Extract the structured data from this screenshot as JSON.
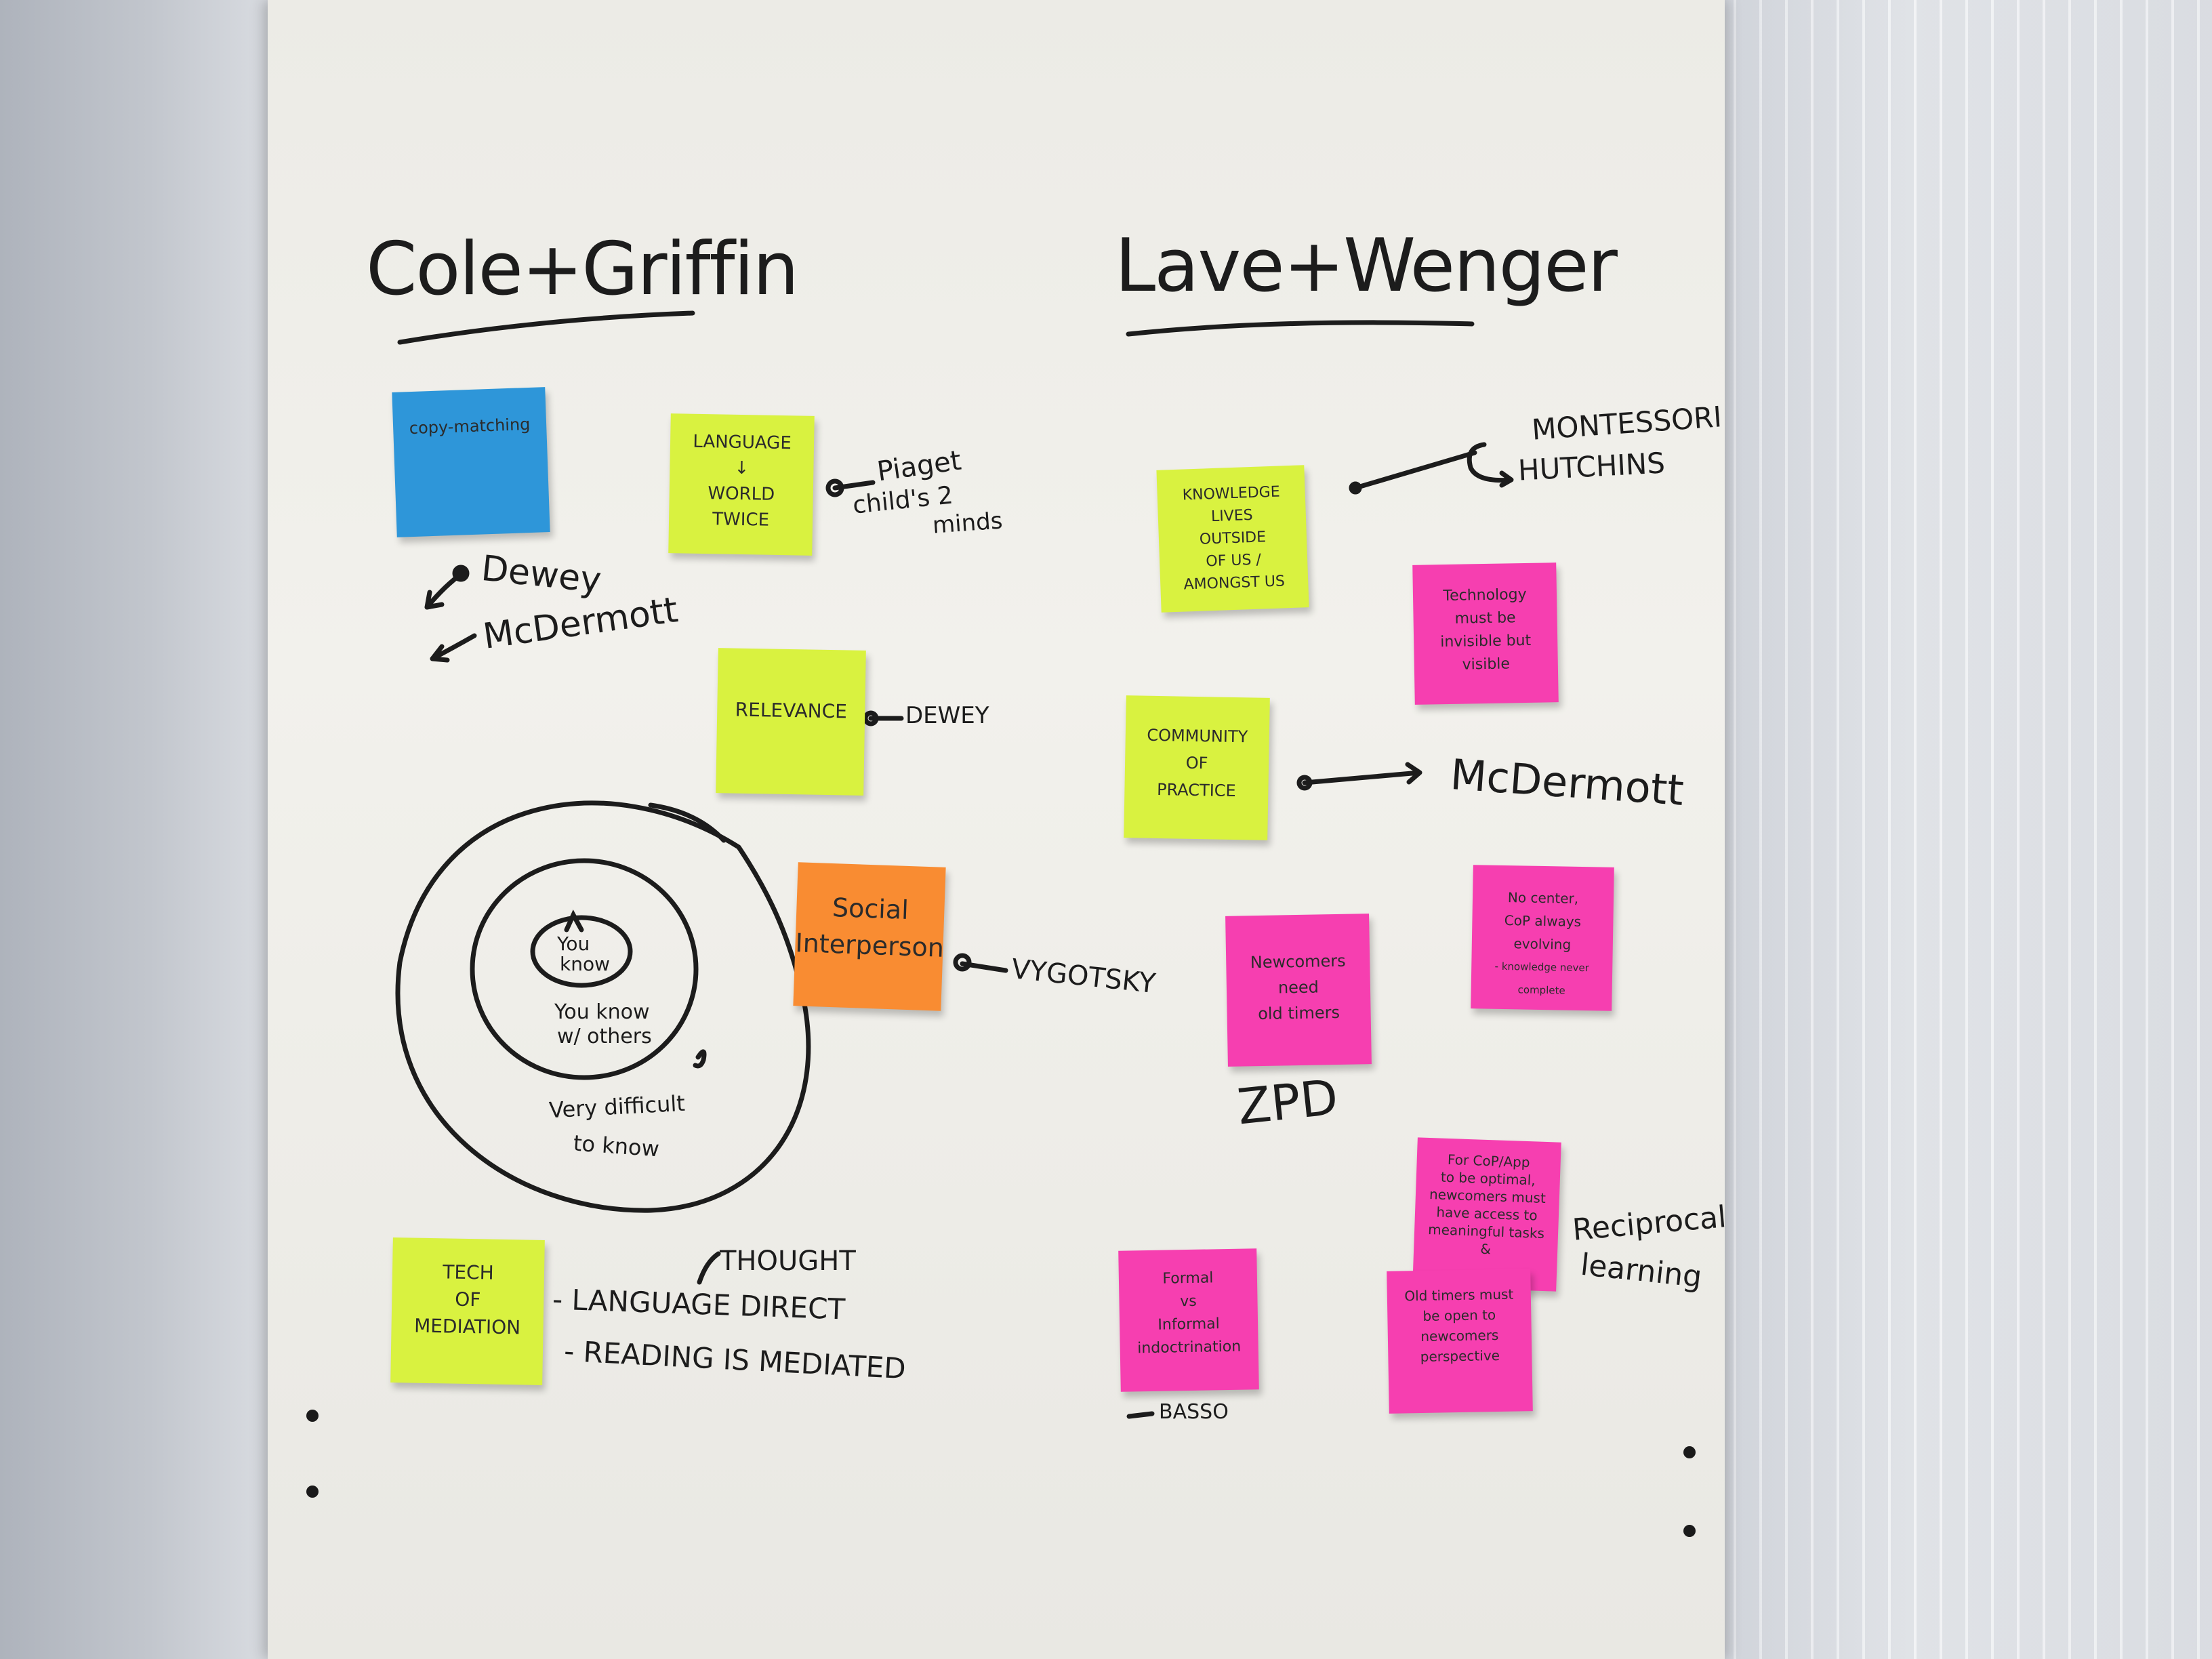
{
  "headings": {
    "left": "Cole+Griffin",
    "right": "Lave+Wenger"
  },
  "left_notes": {
    "copy_matching": "copy-matching",
    "language_world_twice": [
      "LANGUAGE",
      "↓",
      "WORLD",
      "TWICE"
    ],
    "relevance": "RELEVANCE",
    "social_interpersonal": [
      "Social",
      "Interpersonal"
    ],
    "tech_of_mediation": [
      "TECH",
      "OF",
      "MEDIATION"
    ]
  },
  "left_annotations": {
    "dewey": "Dewey",
    "mcdermott": "McDermott",
    "piaget": [
      "Piaget",
      "child's 2",
      "minds"
    ],
    "relevance_dewey": "DEWEY",
    "vygotsky": "VYGOTSKY",
    "thought": "THOUGHT",
    "language_direct": "- LANGUAGE DIRECT",
    "reading_mediated": "- READING IS MEDIATED"
  },
  "circles": {
    "inner": [
      "You",
      "know"
    ],
    "middle": [
      "You know",
      "w/ others"
    ],
    "outer": [
      "Very difficult",
      "to know"
    ]
  },
  "right_notes": {
    "knowledge_lives": [
      "KNOWLEDGE",
      "LIVES",
      "OUTSIDE",
      "OF US /",
      "AMONGST US"
    ],
    "technology_invisible": [
      "Technology",
      "must be",
      "invisible but",
      "visible"
    ],
    "community_of_practice": [
      "COMMUNITY",
      "OF",
      "PRACTICE"
    ],
    "newcomers": [
      "Newcomers",
      "need",
      "old timers"
    ],
    "no_center": [
      "No center,",
      "CoP always",
      "evolving",
      "- knowledge never complete"
    ],
    "cop_app": [
      "For CoP/App",
      "to be optimal,",
      "newcomers must",
      "have access to",
      "meaningful tasks",
      "&",
      "Old timers must",
      "be open to",
      "newcomers",
      "perspective"
    ],
    "formal_informal": [
      "Formal",
      "vs",
      "Informal",
      "indoctrination"
    ]
  },
  "right_annotations": {
    "montessori": "MONTESSORI",
    "hutchins": "HUTCHINS",
    "mcdermott": "McDermott",
    "zpd": "ZPD",
    "reciprocal": [
      "Reciprocal",
      "learning"
    ],
    "basso": "BASSO"
  },
  "colors": {
    "sticky_yellow": "#d9f240",
    "sticky_blue": "#2e96d9",
    "sticky_orange": "#f98c32",
    "sticky_pink": "#f63fb0",
    "marker_ink": "#1c1c1c"
  }
}
